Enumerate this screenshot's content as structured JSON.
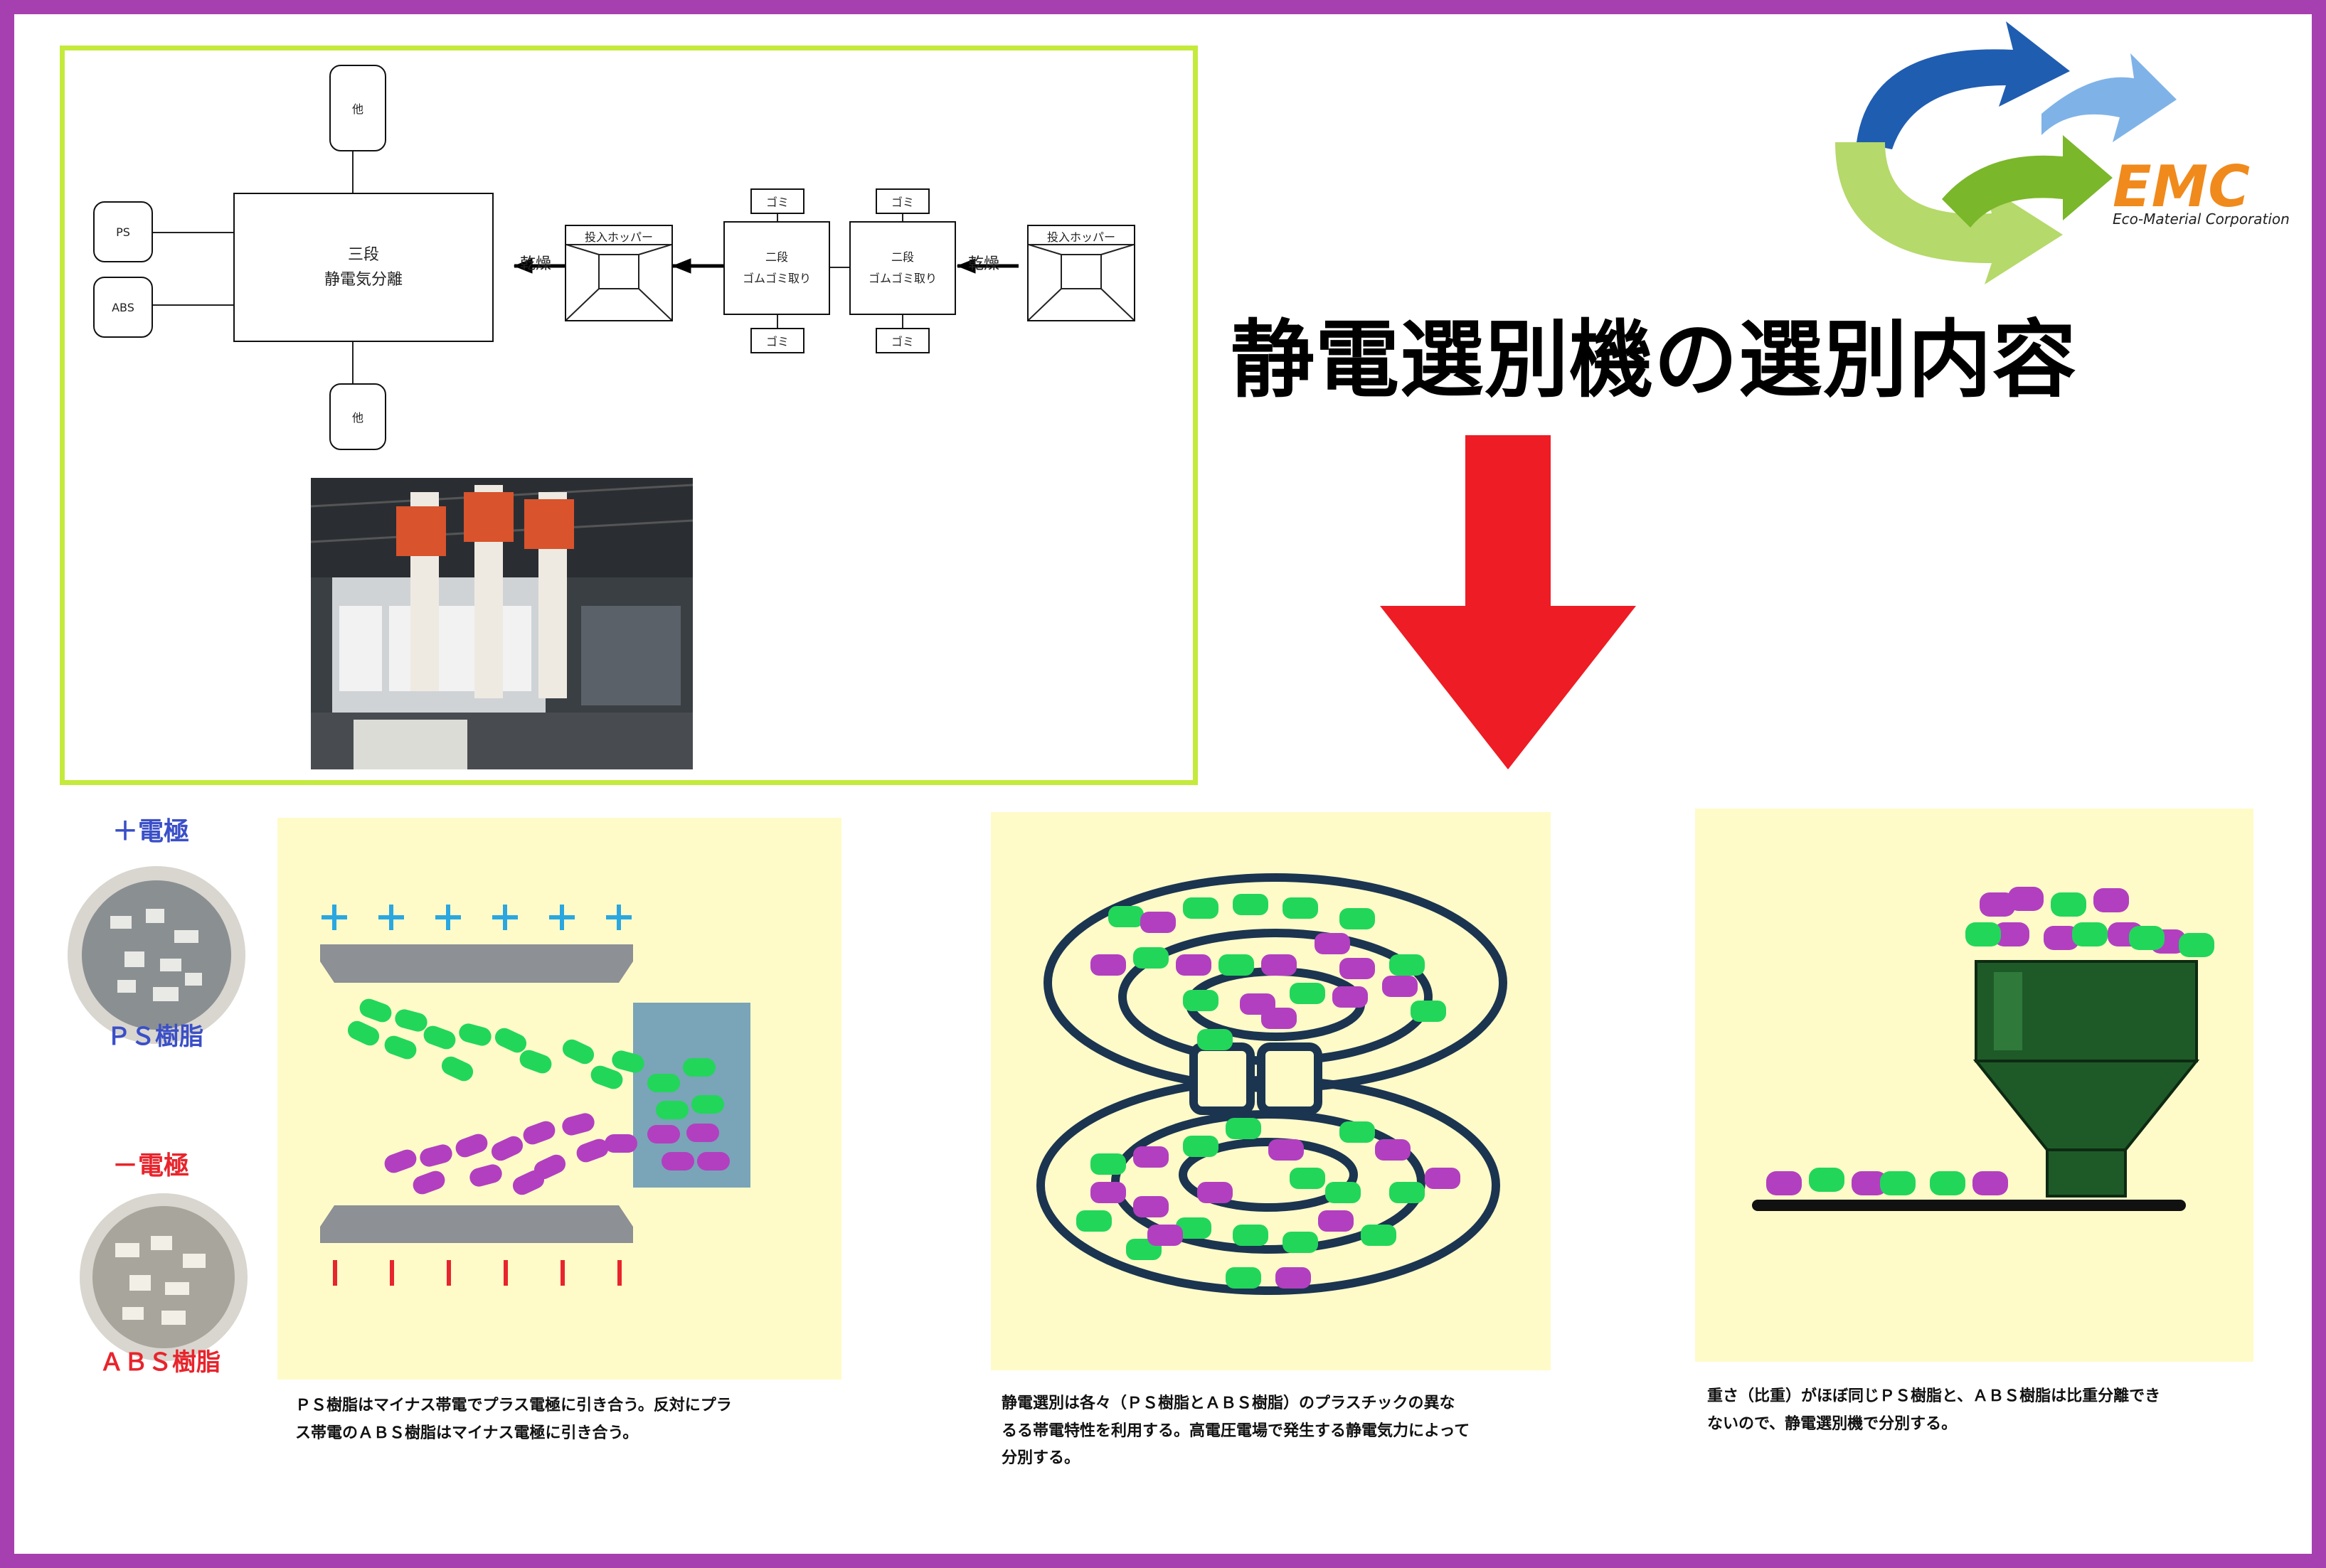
{
  "title": "静電選別機の選別内容",
  "logo": {
    "name": "EMC",
    "subtitle": "Eco-Material Corporation"
  },
  "flow": {
    "main_line1": "三段",
    "main_line2": "静電気分離",
    "ps": "PS",
    "abs": "ABS",
    "other_top": "他",
    "other_bottom": "他",
    "dry1": "乾燥",
    "dry2": "乾燥",
    "hopper1": "投入ホッパー",
    "hopper2": "投入ホッパー",
    "stage_a_line1": "二段",
    "stage_a_line2": "ゴムゴミ取り",
    "stage_b_line1": "二段",
    "stage_b_line2": "ゴムゴミ取り",
    "gomi1": "ゴミ",
    "gomi2": "ゴミ",
    "gomi3": "ゴミ",
    "gomi4": "ゴミ"
  },
  "electrodes": {
    "plus": "＋電極",
    "ps_resin": "ＰＳ樹脂",
    "minus": "－電極",
    "abs_resin": "ＡＢＳ樹脂"
  },
  "captions": {
    "panel1_line1": "ＰＳ樹脂はマイナス帯電でプラス電極に引き合う。反対にプラ",
    "panel1_line2": "ス帯電のＡＢＳ樹脂はマイナス電極に引き合う。",
    "panel2_line1": "静電選別は各々（ＰＳ樹脂とＡＢＳ樹脂）のプラスチックの異な",
    "panel2_line2": "るる帯電特性を利用する。高電圧電場で発生する静電気力によって",
    "panel2_line3": "分別する。",
    "panel3_line1": "重さ（比重）がほぼ同じＰＳ樹脂と、ＡＢＳ樹脂は比重分離でき",
    "panel3_line2": "ないので、静電選別機で分別する。"
  },
  "colors": {
    "frame": "#a640b0",
    "flow_border": "#c4ea3c",
    "arrow": "#ee1c24",
    "panel_bg": "#fffbc9",
    "ps_particle": "#22d65a",
    "abs_particle": "#b23fc0",
    "plus_sign": "#2aa7e0",
    "minus_sign": "#e8242c",
    "plus_label": "#3a4fc8",
    "minus_label": "#e8242c",
    "funnel": "#1e5a28",
    "ring": "#1b3450"
  },
  "icons": [
    "recycle-arrows-logo",
    "down-arrow",
    "positive-electrode-plate",
    "negative-electrode-plate",
    "collector-box",
    "electrostatic-drum",
    "hopper-funnel",
    "conveyor-belt"
  ]
}
